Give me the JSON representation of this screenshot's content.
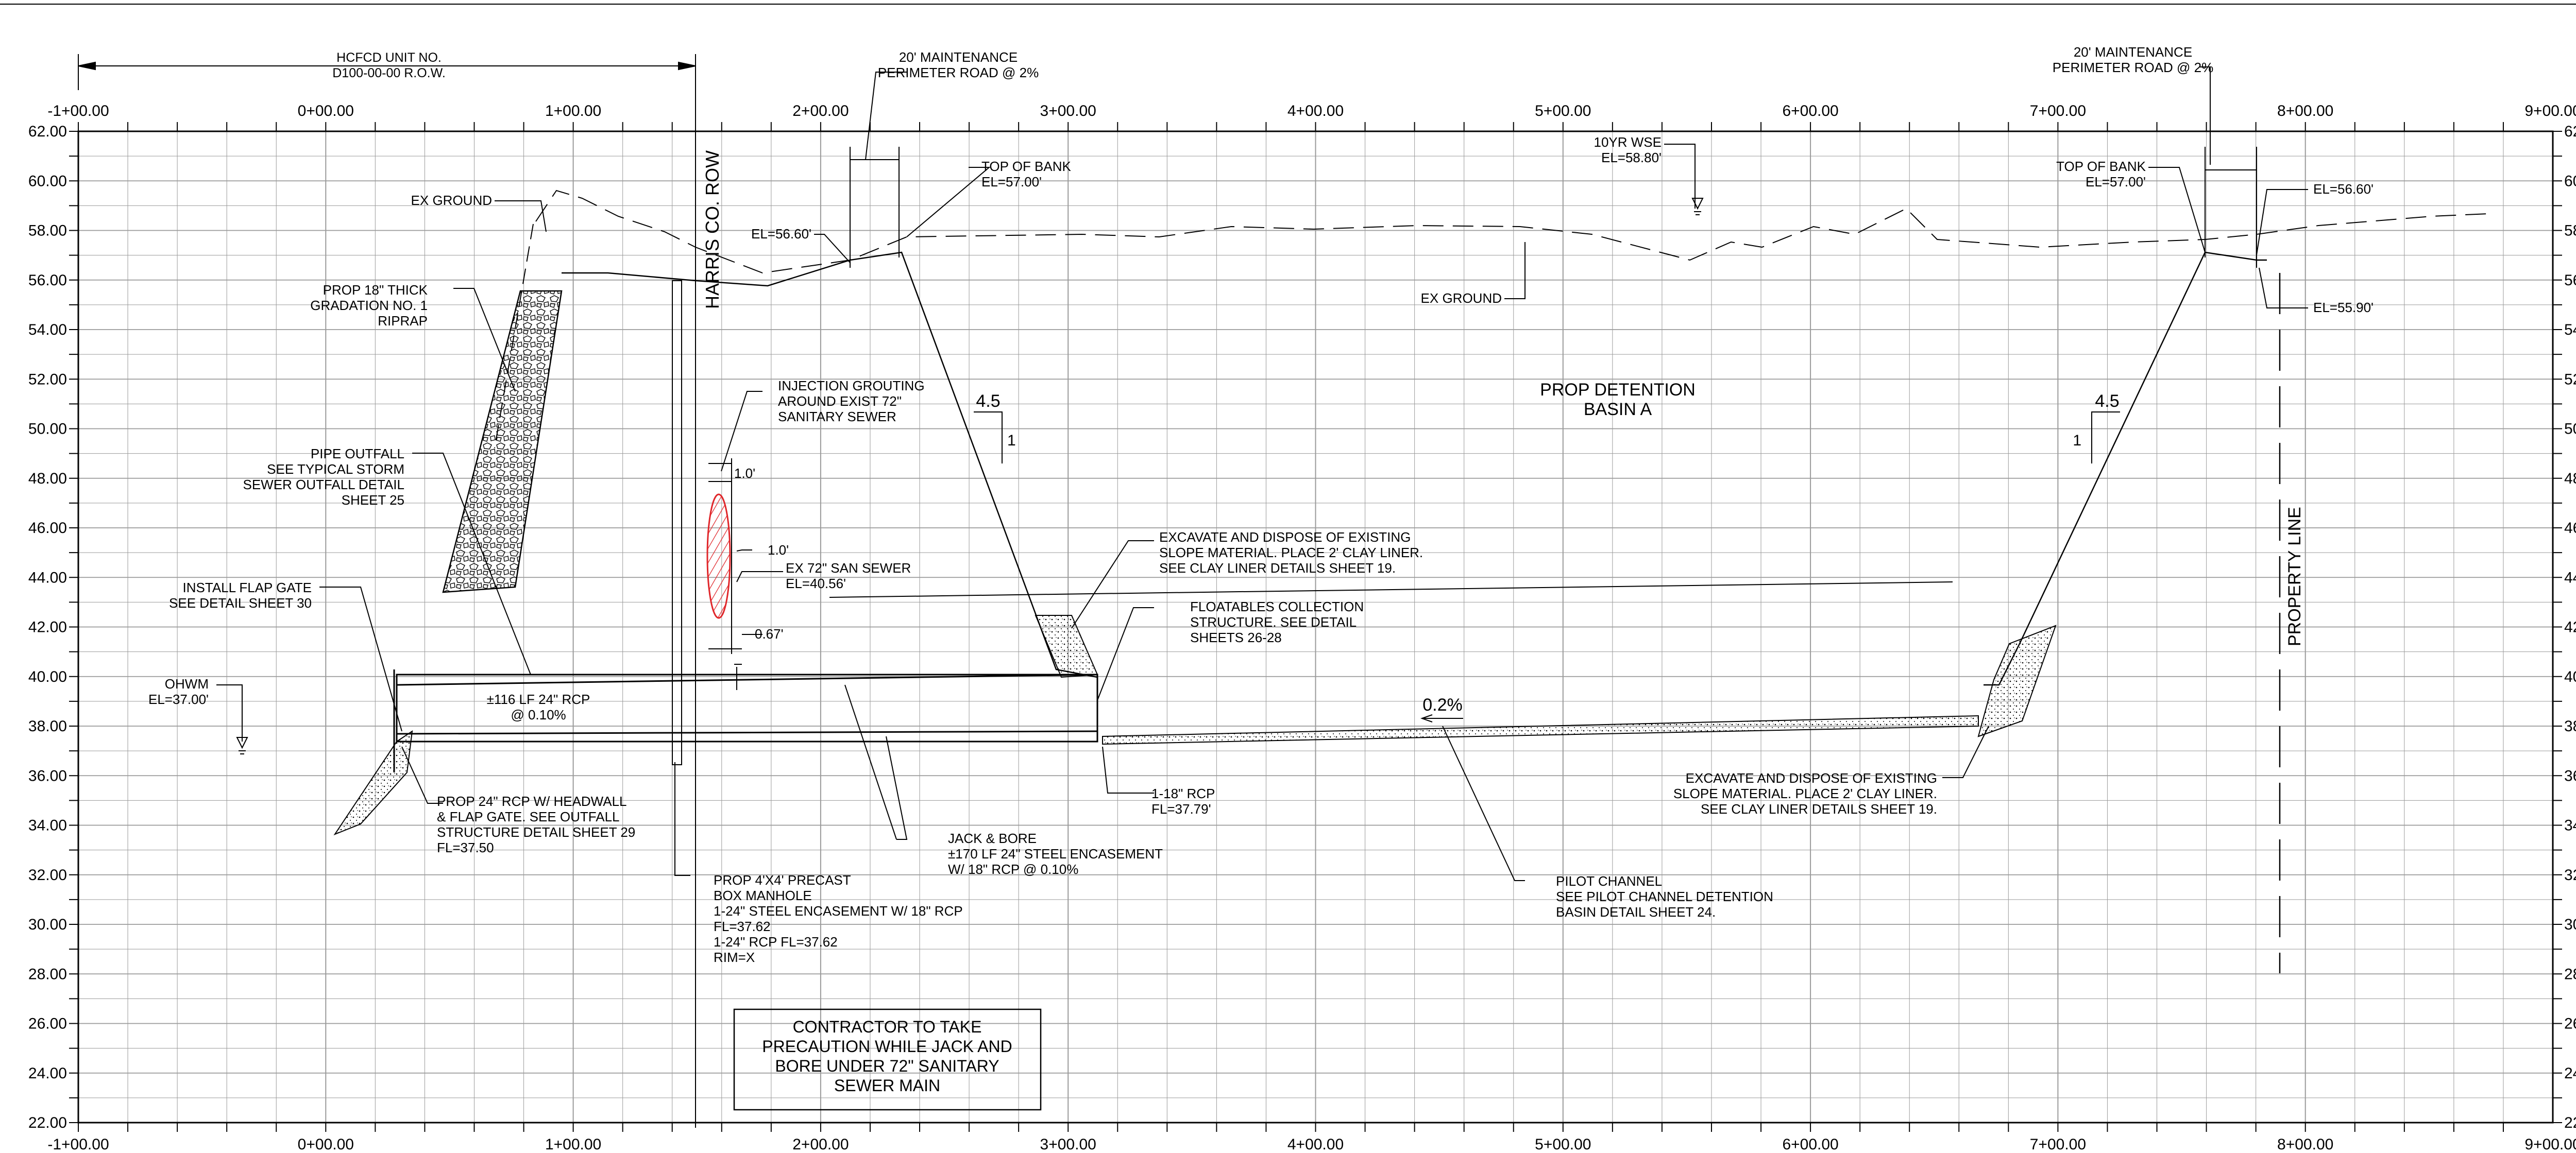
{
  "grid": {
    "elevations": [
      "62.00",
      "60.00",
      "58.00",
      "56.00",
      "54.00",
      "52.00",
      "50.00",
      "48.00",
      "46.00",
      "44.00",
      "42.00",
      "40.00",
      "38.00",
      "36.00",
      "34.00",
      "32.00",
      "30.00",
      "28.00",
      "26.00",
      "24.00",
      "22.00"
    ],
    "stations": [
      "-1+00.00",
      "0+00.00",
      "1+00.00",
      "2+00.00",
      "3+00.00",
      "4+00.00",
      "5+00.00",
      "6+00.00",
      "7+00.00",
      "8+00.00",
      "9+00.00"
    ]
  },
  "labels": {
    "row_line1": "HCFCD UNIT NO.",
    "row_line2": "D100-00-00 R.O.W.",
    "maint_left_line1": "20' MAINTENANCE",
    "maint_left_line2": "PERIMETER ROAD @ 2%",
    "maint_right_line1": "20' MAINTENANCE",
    "maint_right_line2": "PERIMETER ROAD @ 2%",
    "top_bank_left_line1": "TOP OF BANK",
    "top_bank_left_line2": "EL=57.00'",
    "top_bank_right_line1": "TOP OF BANK",
    "top_bank_right_line2": "EL=57.00'",
    "wse_line1": "10YR WSE",
    "wse_line2": "EL=58.80'",
    "el_5660_left": "EL=56.60'",
    "el_5660_right": "EL=56.60'",
    "el_5590": "EL=55.90'",
    "ex_ground_left": "EX GROUND",
    "ex_ground_mid": "EX GROUND",
    "harris_row": "HARRIS CO. ROW",
    "riprap_line1": "PROP 18\" THICK",
    "riprap_line2": "GRADATION NO. 1",
    "riprap_line3": "RIPRAP",
    "grouting_line1": "INJECTION GROUTING",
    "grouting_line2": "AROUND EXIST 72\"",
    "grouting_line3": "SANITARY SEWER",
    "dim_10_top": "1.0'",
    "dim_10_side": "1.0'",
    "dim_067": "0.67'",
    "san_sewer_line1": "EX 72\" SAN SEWER",
    "san_sewer_line2": "EL=40.56'",
    "pipe_outfall_line1": "PIPE OUTFALL",
    "pipe_outfall_line2": "SEE TYPICAL STORM",
    "pipe_outfall_line3": "SEWER OUTFALL DETAIL",
    "pipe_outfall_line4": "SHEET 25",
    "flap_gate_line1": "INSTALL FLAP GATE",
    "flap_gate_line2": "SEE DETAIL SHEET 30",
    "ohwm_line1": "OHWM",
    "ohwm_line2": "EL=37.00'",
    "rcp_116_line1": "±116 LF 24\" RCP",
    "rcp_116_line2": "@ 0.10%",
    "headwall_line1": "PROP 24\" RCP W/ HEADWALL",
    "headwall_line2": "& FLAP GATE.  SEE OUTFALL",
    "headwall_line3": "STRUCTURE DETAIL SHEET 29",
    "headwall_line4": "FL=37.50",
    "manhole_line1": "PROP 4'X4' PRECAST",
    "manhole_line2": "BOX MANHOLE",
    "manhole_line3": "1-24\" STEEL ENCASEMENT W/ 18\" RCP",
    "manhole_line4": "FL=37.62",
    "manhole_line5": "1-24\" RCP FL=37.62",
    "manhole_line6": "RIM=X",
    "jack_line1": "JACK & BORE",
    "jack_line2": "±170 LF 24\" STEEL ENCASEMENT",
    "jack_line3": "W/ 18\" RCP @ 0.10%",
    "contractor_line1": "CONTRACTOR TO TAKE",
    "contractor_line2": "PRECAUTION WHILE JACK AND",
    "contractor_line3": "BORE UNDER 72\" SANITARY",
    "contractor_line4": "SEWER MAIN",
    "slope_left": "4.5",
    "slope_left_one": "1",
    "slope_right": "4.5",
    "slope_right_one": "1",
    "excavate_upper_line1": "EXCAVATE AND DISPOSE OF EXISTING",
    "excavate_upper_line2": "SLOPE MATERIAL. PLACE 2' CLAY LINER.",
    "excavate_upper_line3": "SEE CLAY LINER DETAILS SHEET 19.",
    "floatables_line1": "FLOATABLES COLLECTION",
    "floatables_line2": "STRUCTURE. SEE DETAIL",
    "floatables_line3": "SHEETS 26-28",
    "rcp18_line1": "1-18\" RCP",
    "rcp18_line2": "FL=37.79'",
    "slope_02": "0.2%",
    "basin_line1": "PROP DETENTION",
    "basin_line2": "BASIN A",
    "pilot_line1": "PILOT CHANNEL",
    "pilot_line2": "SEE PILOT CHANNEL DETENTION",
    "pilot_line3": "BASIN DETAIL SHEET 24.",
    "excavate_lower_line1": "EXCAVATE AND DISPOSE OF EXISTING",
    "excavate_lower_line2": "SLOPE MATERIAL. PLACE 2' CLAY LINER.",
    "excavate_lower_line3": "SEE CLAY LINER DETAILS SHEET 19.",
    "property_line": "PROPERTY LINE"
  },
  "colors": {
    "ink": "#000000",
    "grid": "#9a9a9a",
    "grout": "#e0262a"
  }
}
